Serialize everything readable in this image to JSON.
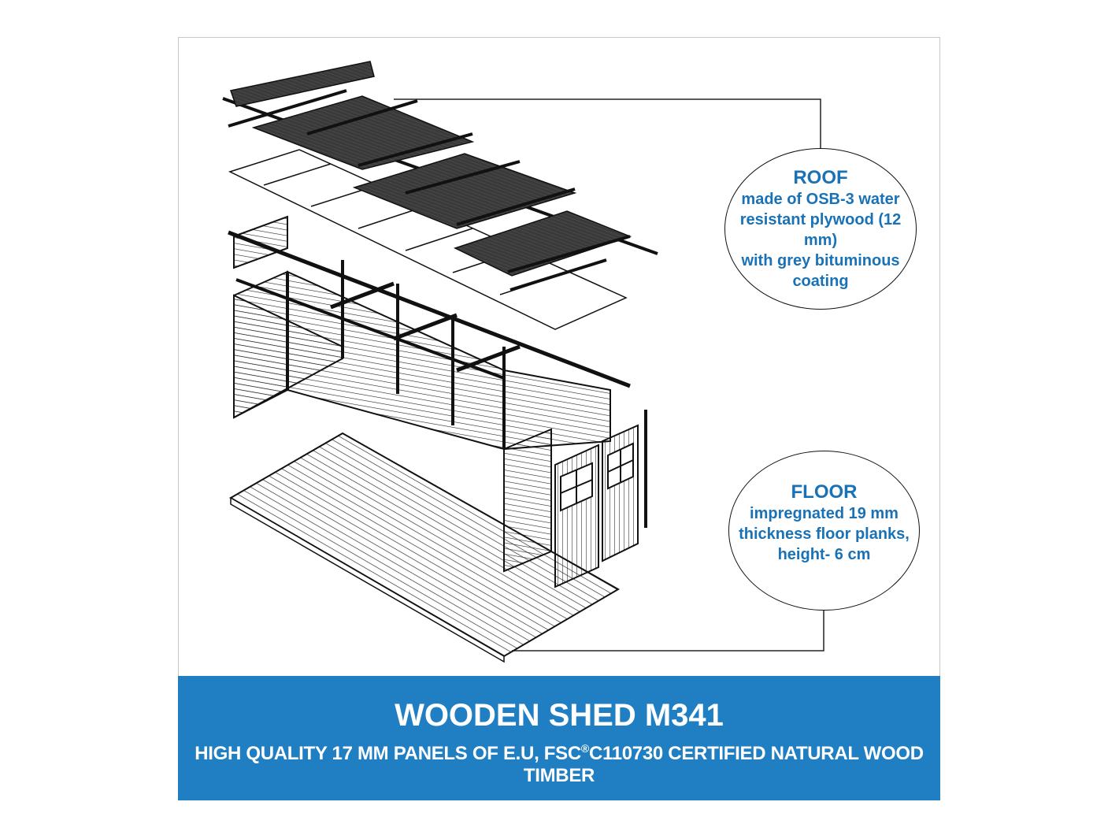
{
  "callouts": {
    "roof": {
      "title": "ROOF",
      "lines": [
        "made of OSB-3 water",
        "resistant plywood (12 mm)",
        "with grey bituminous",
        "coating"
      ]
    },
    "floor": {
      "title": "FLOOR",
      "lines": [
        "impregnated 19 mm",
        "thickness floor planks,",
        "height- 6 cm"
      ]
    }
  },
  "banner": {
    "title": "WOODEN SHED M341",
    "subtitle_pre": "HIGH QUALITY 17 MM PANELS OF E.U, FSC",
    "subtitle_reg": "®",
    "subtitle_post": "C110730 CERTIFIED NATURAL WOOD TIMBER"
  },
  "colors": {
    "banner": "#1f7fc2",
    "callout_text": "#1a72b6",
    "roof_panel": "#3a3a3a"
  }
}
